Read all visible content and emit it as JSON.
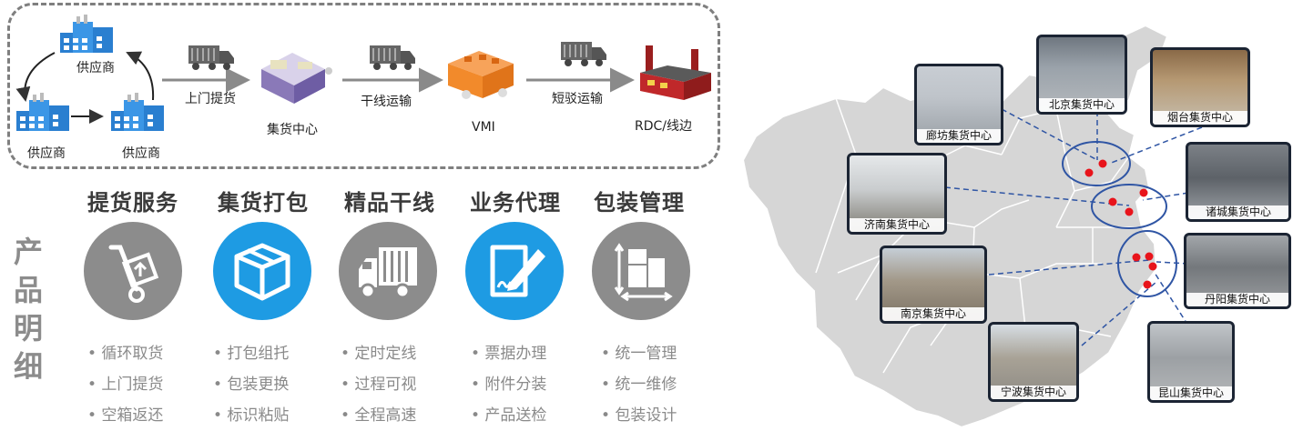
{
  "flow": {
    "supplier_top": "供应商",
    "supplier_left": "供应商",
    "supplier_right": "供应商",
    "pickup": "上门提货",
    "hub": "集货中心",
    "trunk": "干线运输",
    "vmi": "VMI",
    "short_haul": "短驳运输",
    "rdc": "RDC/线边"
  },
  "side_title": [
    "产",
    "品",
    "明",
    "细"
  ],
  "services": [
    {
      "title": "提货服务",
      "icon": "hand-truck-icon",
      "color": "#8c8c8c",
      "items": [
        "• 循环取货",
        "• 上门提货",
        "• 空箱返还"
      ]
    },
    {
      "title": "集货打包",
      "icon": "box-icon",
      "color": "#1e9be3",
      "items": [
        "• 打包组托",
        "• 包装更换",
        "• 标识粘贴"
      ]
    },
    {
      "title": "精品干线",
      "icon": "truck-icon",
      "color": "#8c8c8c",
      "items": [
        "• 定时定线",
        "• 过程可视",
        "• 全程高速"
      ]
    },
    {
      "title": "业务代理",
      "icon": "document-sign-icon",
      "color": "#1e9be3",
      "items": [
        "• 票据办理",
        "• 附件分装",
        "• 产品送检"
      ]
    },
    {
      "title": "包装管理",
      "icon": "package-dimension-icon",
      "color": "#8c8c8c",
      "items": [
        "• 统一管理",
        "• 统一维修",
        "• 包装设计"
      ]
    }
  ],
  "map": {
    "centers": {
      "beijing": "北京集货中心",
      "langfang": "廊坊集货中心",
      "yantai": "烟台集货中心",
      "jinan": "济南集货中心",
      "zhucheng": "诸城集货中心",
      "nanjing": "南京集货中心",
      "danyang": "丹阳集货中心",
      "ningbo": "宁波集货中心",
      "kunshan": "昆山集货中心"
    },
    "colors": {
      "land": "#d6d6d6",
      "border": "#ffffff",
      "dot": "#e8141b",
      "ring": "#2f55a4",
      "link": "#2f55a4"
    }
  }
}
